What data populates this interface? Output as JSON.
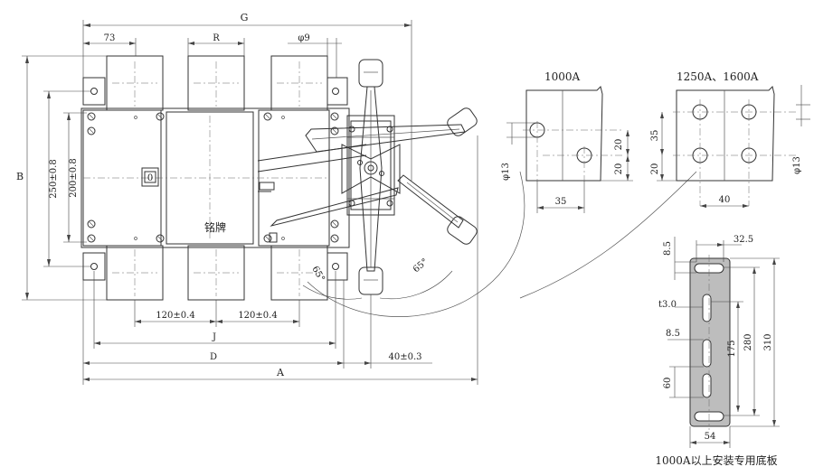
{
  "labels": {
    "dim_G": "G",
    "dim_73": "73",
    "dim_R": "R",
    "dim_phi9": "φ9",
    "dim_B": "B",
    "dim_250": "250±0.8",
    "dim_200": "200±0.8",
    "nameplate": "铭牌",
    "handle_pos": "0",
    "angle_left": "65°",
    "angle_right": "65°",
    "dim_120a": "120±0.4",
    "dim_120b": "120±0.4",
    "dim_J": "J",
    "dim_D": "D",
    "dim_A": "A",
    "dim_40_03": "40±0.3",
    "title_1000": "1000A",
    "d1000_20a": "20",
    "d1000_20b": "20",
    "d1000_phi13": "φ13",
    "d1000_35": "35",
    "title_1250": "1250A、1600A",
    "d1250_35": "35",
    "d1250_20": "20",
    "d1250_phi13": "φ13",
    "d1250_40": "40",
    "plate_8_5a": "8.5",
    "plate_32_5": "32.5",
    "plate_t3": "t3.0",
    "plate_8_5b": "8.5",
    "plate_175": "175",
    "plate_280": "280",
    "plate_310": "310",
    "plate_60": "60",
    "plate_54": "54",
    "plate_caption": "1000A以上安装专用底板"
  }
}
